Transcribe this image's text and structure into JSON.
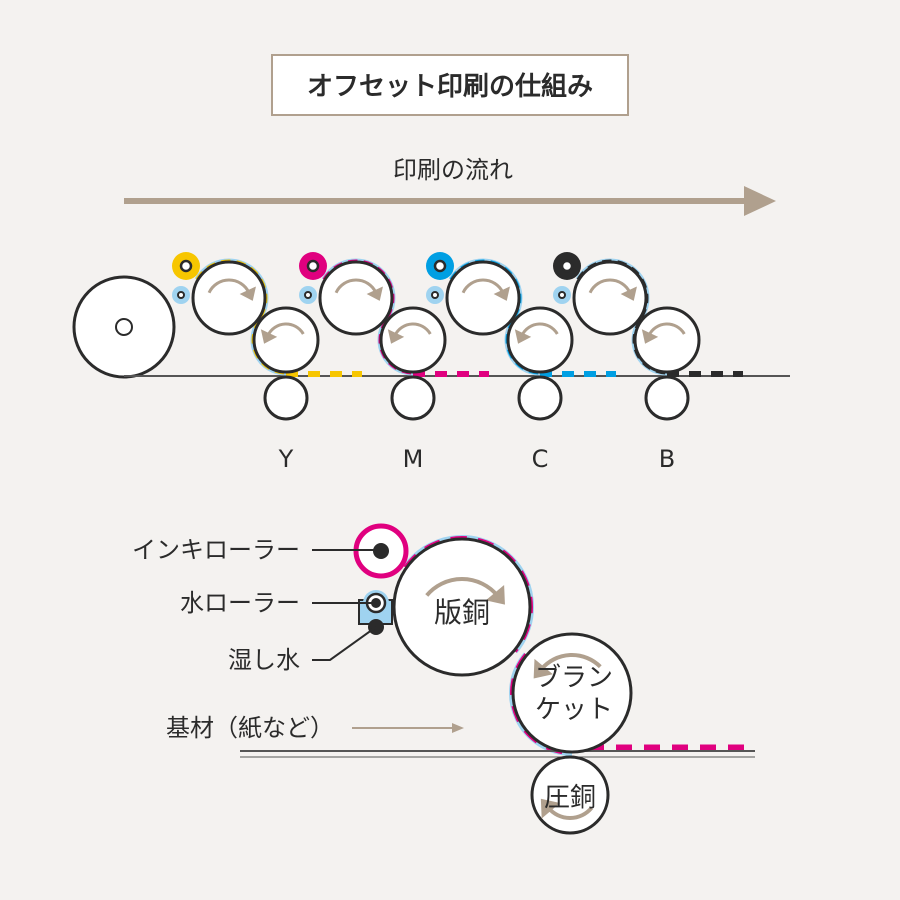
{
  "title": "オフセット印刷の仕組み",
  "flow_label": "印刷の流れ",
  "units": [
    {
      "label": "Y",
      "color": "#f7c600"
    },
    {
      "label": "M",
      "color": "#e0007f"
    },
    {
      "label": "C",
      "color": "#009fe3"
    },
    {
      "label": "B",
      "color": "#2b2b2b"
    }
  ],
  "detail": {
    "ink_roller": "インキローラー",
    "water_roller": "水ローラー",
    "dampening_water": "湿し水",
    "substrate": "基材（紙など）",
    "plate_cylinder": "版銅",
    "blanket_line1": "ブラン",
    "blanket_line2": "ケット",
    "impression_cylinder": "圧銅"
  },
  "colors": {
    "background": "#f4f2f0",
    "arrow": "#b0a08e",
    "water": "#9fd3f0",
    "line": "#2b2b2b"
  }
}
